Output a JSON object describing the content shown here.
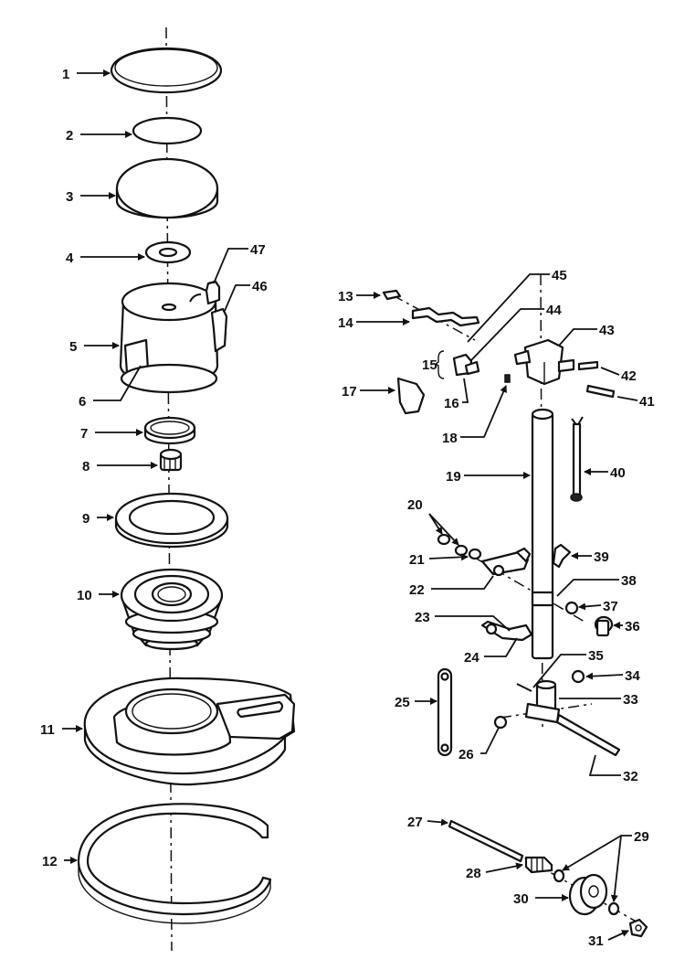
{
  "callouts": [
    "1",
    "2",
    "3",
    "4",
    "5",
    "6",
    "7",
    "8",
    "9",
    "10",
    "11",
    "12",
    "13",
    "14",
    "15",
    "16",
    "17",
    "18",
    "19",
    "20",
    "21",
    "22",
    "23",
    "24",
    "25",
    "26",
    "27",
    "28",
    "29",
    "30",
    "31",
    "32",
    "33",
    "34",
    "35",
    "36",
    "37",
    "38",
    "39",
    "40",
    "41",
    "42",
    "43",
    "44",
    "45",
    "46",
    "47"
  ],
  "colors": {
    "line": "#111111",
    "background": "#ffffff"
  }
}
